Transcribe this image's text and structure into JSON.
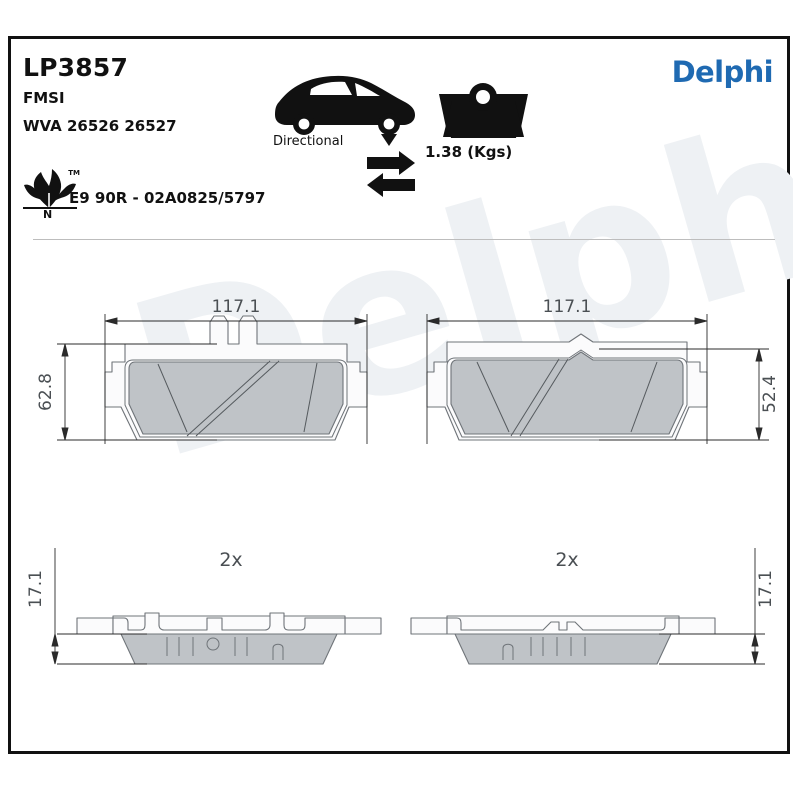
{
  "header": {
    "part_code": "LP3857",
    "fmsi_label": "FMSI",
    "wva_label": "WVA 26526 26527",
    "eco_trademark": "TM",
    "eco_letter": "N",
    "approval": "E9 90R - 02A0825/5797",
    "directional_label": "Directional",
    "weight_label": "1.38 (Kgs)",
    "brand": "Delphi",
    "icons": {
      "car": "car-side-icon",
      "axle_marker": "rear-axle-triangle-icon",
      "arrows": "directional-arrows-icon",
      "weight": "weight-kettlebell-icon",
      "eco": "eco-leaf-icon"
    }
  },
  "colors": {
    "brand_blue": "#1f6ab2",
    "border": "#111111",
    "pad_fill": "#bfc3c7",
    "pad_fill_light": "#d3d6d9",
    "plate_fill": "#fbfbfc",
    "line": "#6f7479",
    "dimension": "#2b2b2b",
    "watermark": "#eef1f4",
    "separator": "#bdbdbd"
  },
  "watermark": {
    "text": "Delphi"
  },
  "drawings": {
    "units": "mm",
    "top_left": {
      "name": "pad-front-view-left",
      "width": "117.1",
      "height": "62.8",
      "features": [
        "twin-top-tabs",
        "center-u-notch",
        "diagonal-wear-slots",
        "stepped-side-ears"
      ]
    },
    "top_right": {
      "name": "pad-front-view-right",
      "width": "117.1",
      "height": "52.4",
      "features": [
        "center-v-notch",
        "diagonal-wear-slots",
        "stepped-side-ears"
      ]
    },
    "bottom_left": {
      "name": "pad-side-view-left",
      "thickness": "17.1",
      "quantity": "2x"
    },
    "bottom_right": {
      "name": "pad-side-view-right",
      "thickness": "17.1",
      "quantity": "2x"
    }
  }
}
